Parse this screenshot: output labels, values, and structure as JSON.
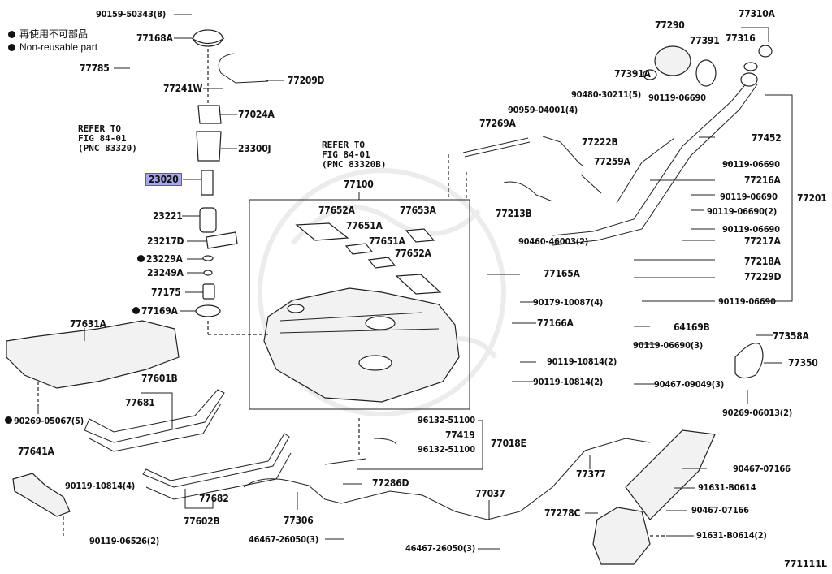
{
  "legend": {
    "items": [
      {
        "label": "再使用不可部品"
      },
      {
        "label": "Non-reusable part"
      }
    ]
  },
  "figure_number": "771111L",
  "highlight_color": "#a8a6e6",
  "refer_notes": [
    {
      "text": "REFER TO\nFIG 84-01\n(PNC 83320)"
    },
    {
      "text": "REFER TO\nFIG 84-01\n(PNC 83320B)"
    }
  ],
  "parts": [
    {
      "id": "p1",
      "label": "90159-50343(8)",
      "non_reusable": false
    },
    {
      "id": "p2",
      "label": "77168A",
      "non_reusable": false
    },
    {
      "id": "p3",
      "label": "77785",
      "non_reusable": false
    },
    {
      "id": "p4",
      "label": "77209D",
      "non_reusable": false
    },
    {
      "id": "p5",
      "label": "77241W",
      "non_reusable": false
    },
    {
      "id": "p6",
      "label": "77024A",
      "non_reusable": false
    },
    {
      "id": "p7",
      "label": "23300J",
      "non_reusable": false
    },
    {
      "id": "p8",
      "label": "23020",
      "non_reusable": false,
      "highlighted": true
    },
    {
      "id": "p9",
      "label": "23221",
      "non_reusable": false
    },
    {
      "id": "p10",
      "label": "23217D",
      "non_reusable": false
    },
    {
      "id": "p11",
      "label": "23229A",
      "non_reusable": true
    },
    {
      "id": "p12",
      "label": "23249A",
      "non_reusable": false
    },
    {
      "id": "p13",
      "label": "77175",
      "non_reusable": false
    },
    {
      "id": "p14",
      "label": "77169A",
      "non_reusable": true
    },
    {
      "id": "p15",
      "label": "77631A",
      "non_reusable": false
    },
    {
      "id": "p16",
      "label": "90269-05067(5)",
      "non_reusable": true
    },
    {
      "id": "p17",
      "label": "77601B",
      "non_reusable": false
    },
    {
      "id": "p18",
      "label": "77681",
      "non_reusable": false
    },
    {
      "id": "p19",
      "label": "77641A",
      "non_reusable": false
    },
    {
      "id": "p20",
      "label": "90119-10814(4)",
      "non_reusable": false
    },
    {
      "id": "p21",
      "label": "90119-06526(2)",
      "non_reusable": false
    },
    {
      "id": "p22",
      "label": "77682",
      "non_reusable": false
    },
    {
      "id": "p23",
      "label": "77602B",
      "non_reusable": false
    },
    {
      "id": "p24",
      "label": "77100",
      "non_reusable": false
    },
    {
      "id": "p25",
      "label": "77652A",
      "non_reusable": false
    },
    {
      "id": "p26",
      "label": "77651A",
      "non_reusable": false
    },
    {
      "id": "p27",
      "label": "77653A",
      "non_reusable": false
    },
    {
      "id": "p28",
      "label": "77651A",
      "non_reusable": false
    },
    {
      "id": "p29",
      "label": "77652A",
      "non_reusable": false
    },
    {
      "id": "p30",
      "label": "77269A",
      "non_reusable": false
    },
    {
      "id": "p31",
      "label": "90959-04001(4)",
      "non_reusable": false
    },
    {
      "id": "p32",
      "label": "90480-30211(5)",
      "non_reusable": false
    },
    {
      "id": "p33",
      "label": "77222B",
      "non_reusable": false
    },
    {
      "id": "p34",
      "label": "77259A",
      "non_reusable": false
    },
    {
      "id": "p35",
      "label": "77213B",
      "non_reusable": false
    },
    {
      "id": "p36",
      "label": "90460-46003(2)",
      "non_reusable": false
    },
    {
      "id": "p37",
      "label": "77290",
      "non_reusable": false
    },
    {
      "id": "p38",
      "label": "77391",
      "non_reusable": false
    },
    {
      "id": "p39",
      "label": "77391A",
      "non_reusable": false
    },
    {
      "id": "p40",
      "label": "77310A",
      "non_reusable": false
    },
    {
      "id": "p41",
      "label": "77316",
      "non_reusable": false
    },
    {
      "id": "p42",
      "label": "90119-06690",
      "non_reusable": false
    },
    {
      "id": "p43",
      "label": "77452",
      "non_reusable": false
    },
    {
      "id": "p44",
      "label": "90119-06690",
      "non_reusable": false
    },
    {
      "id": "p45",
      "label": "77216A",
      "non_reusable": false
    },
    {
      "id": "p46",
      "label": "90119-06690",
      "non_reusable": false
    },
    {
      "id": "p47",
      "label": "77201",
      "non_reusable": false
    },
    {
      "id": "p48",
      "label": "90119-06690(2)",
      "non_reusable": false
    },
    {
      "id": "p49",
      "label": "90119-06690",
      "non_reusable": false
    },
    {
      "id": "p50",
      "label": "77217A",
      "non_reusable": false
    },
    {
      "id": "p51",
      "label": "77218A",
      "non_reusable": false
    },
    {
      "id": "p52",
      "label": "77229D",
      "non_reusable": false
    },
    {
      "id": "p53",
      "label": "90119-06690",
      "non_reusable": false
    },
    {
      "id": "p54",
      "label": "77165A",
      "non_reusable": false
    },
    {
      "id": "p55",
      "label": "90179-10087(4)",
      "non_reusable": false
    },
    {
      "id": "p56",
      "label": "77166A",
      "non_reusable": false
    },
    {
      "id": "p57",
      "label": "64169B",
      "non_reusable": false
    },
    {
      "id": "p58",
      "label": "90119-06690(3)",
      "non_reusable": false
    },
    {
      "id": "p59",
      "label": "90119-10814(2)",
      "non_reusable": false
    },
    {
      "id": "p60",
      "label": "90119-10814(2)",
      "non_reusable": false
    },
    {
      "id": "p61",
      "label": "77358A",
      "non_reusable": false
    },
    {
      "id": "p62",
      "label": "77350",
      "non_reusable": false
    },
    {
      "id": "p63",
      "label": "90467-09049(3)",
      "non_reusable": false
    },
    {
      "id": "p64",
      "label": "90269-06013(2)",
      "non_reusable": false
    },
    {
      "id": "p65",
      "label": "96132-51100",
      "non_reusable": false
    },
    {
      "id": "p66",
      "label": "77419",
      "non_reusable": false
    },
    {
      "id": "p67",
      "label": "77018E",
      "non_reusable": false
    },
    {
      "id": "p68",
      "label": "96132-51100",
      "non_reusable": false
    },
    {
      "id": "p69",
      "label": "77286D",
      "non_reusable": false
    },
    {
      "id": "p70",
      "label": "77377",
      "non_reusable": false
    },
    {
      "id": "p71",
      "label": "77306",
      "non_reusable": false
    },
    {
      "id": "p72",
      "label": "77037",
      "non_reusable": false
    },
    {
      "id": "p73",
      "label": "77278C",
      "non_reusable": false
    },
    {
      "id": "p74",
      "label": "90467-07166",
      "non_reusable": false
    },
    {
      "id": "p75",
      "label": "91631-B0614",
      "non_reusable": false
    },
    {
      "id": "p76",
      "label": "90467-07166",
      "non_reusable": false
    },
    {
      "id": "p77",
      "label": "91631-B0614(2)",
      "non_reusable": false
    },
    {
      "id": "p78",
      "label": "46467-26050(3)",
      "non_reusable": false
    },
    {
      "id": "p79",
      "label": "46467-26050(3)",
      "non_reusable": false
    }
  ]
}
